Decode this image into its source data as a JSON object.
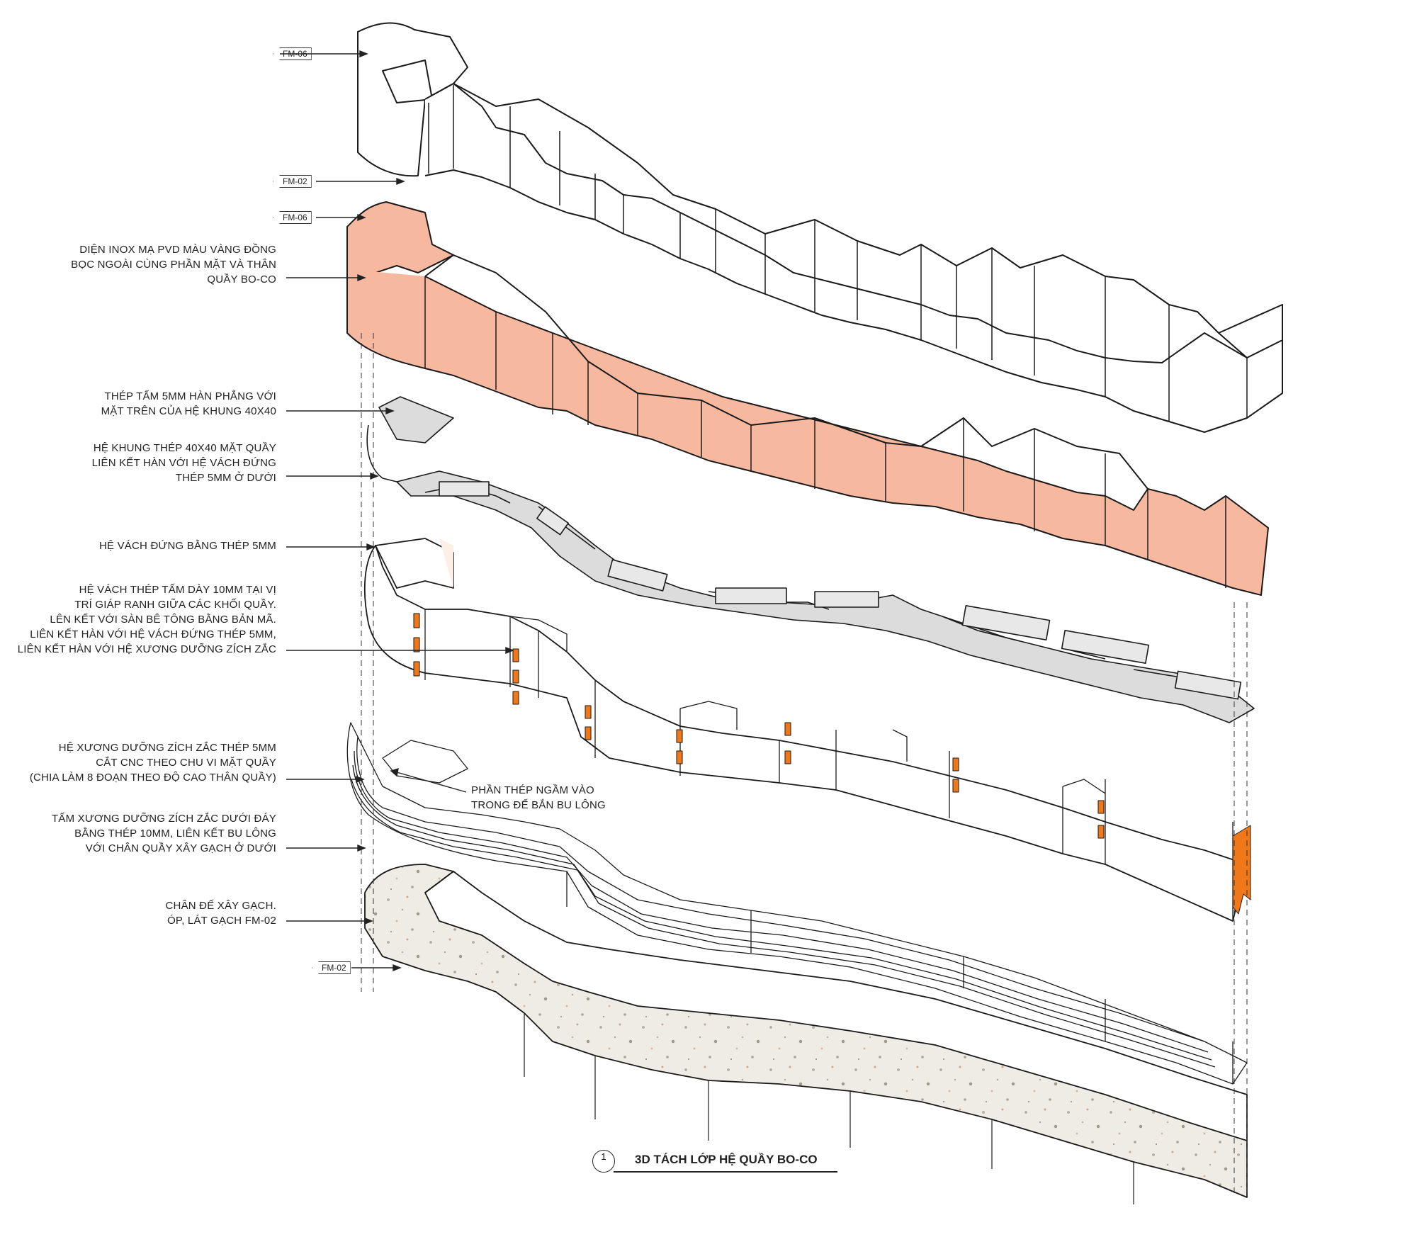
{
  "title": {
    "number": "1",
    "text": "3D TÁCH LỚP HỆ QUẦY BO-CO"
  },
  "tags": {
    "t1": "FM-06",
    "t2": "FM-02",
    "t3": "FM-06",
    "t4": "FM-02"
  },
  "notes": {
    "n1": [
      "DIỆN INOX MẠ PVD MÀU VÀNG ĐỒNG",
      "BỌC NGOÀI CÙNG PHẦN MẶT VÀ THÂN",
      "QUẦY BO-CO"
    ],
    "n2": [
      "THÉP TẤM 5MM HÀN PHẲNG VỚI",
      "MẶT  TRÊN CỦA HỆ KHUNG 40X40"
    ],
    "n3": [
      "HỆ KHUNG THÉP 40X40 MẶT QUẦY",
      "LIÊN KẾT HÀN VỚI HỆ VÁCH ĐỨNG",
      "THÉP 5MM Ở DƯỚI"
    ],
    "n4": [
      "HỆ VÁCH ĐỨNG BẰNG THÉP 5MM"
    ],
    "n5": [
      "HỆ VÁCH THÉP TẤM DÀY 10MM TẠI VỊ",
      "TRÍ GIÁP RANH GIỮA CÁC KHỐI QUẦY.",
      "LÊN KẾT VỚI SÀN BÊ TÔNG BẰNG BẢN MÃ.",
      "LIÊN KẾT HÀN VỚI HỆ VÁCH ĐỨNG THÉP 5MM,",
      "LIÊN KẾT HÀN VỚI HỆ XƯƠNG DƯỠNG ZÍCH ZẮC"
    ],
    "n6": [
      "HỆ XƯƠNG DƯỠNG ZÍCH ZẮC THÉP 5MM",
      "CẮT CNC THEO CHU VI MẶT QUẦY",
      "(CHIA LÀM 8 ĐOẠN THEO ĐỘ CAO THÂN QUẦY)"
    ],
    "n7": [
      "PHẦN THÉP NGẦM VÀO",
      "TRONG ĐẾ BẮN BU LÔNG"
    ],
    "n8": [
      "TẤM XƯƠNG DƯỠNG ZÍCH ZẮC DƯỚI ĐÁY",
      "BẰNG THÉP 10MM, LIÊN KẾT BU LÔNG",
      "VỚI CHÂN QUẦY XÂY GẠCH Ở DƯỚI"
    ],
    "n9": [
      "CHÂN ĐẾ XÂY GẠCH.",
      "ÓP, LÁT GẠCH FM-02"
    ]
  },
  "colors": {
    "line": "#1a1a1a",
    "pvd_skin": "#f7b8a0",
    "steel_panel": "#d9d9d9",
    "plate_orange": "#f07818",
    "terrazzo": "#eeeae4"
  }
}
